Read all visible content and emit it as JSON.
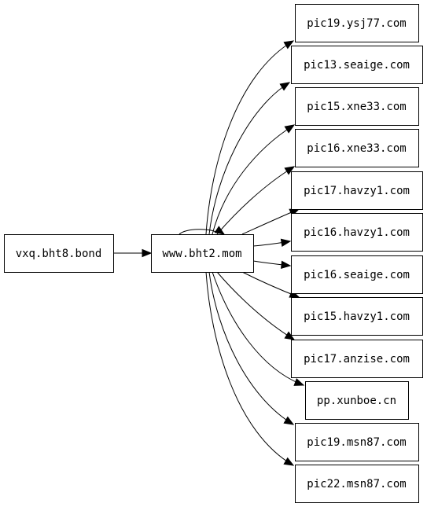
{
  "graph": {
    "source": {
      "label": "vxq.bht8.bond"
    },
    "hub": {
      "label": "www.bht2.mom"
    },
    "targets": [
      {
        "label": "pic19.ysj77.com"
      },
      {
        "label": "pic13.seaige.com"
      },
      {
        "label": "pic15.xne33.com"
      },
      {
        "label": "pic16.xne33.com"
      },
      {
        "label": "pic17.havzy1.com"
      },
      {
        "label": "pic16.havzy1.com"
      },
      {
        "label": "pic16.seaige.com"
      },
      {
        "label": "pic15.havzy1.com"
      },
      {
        "label": "pic17.anzise.com"
      },
      {
        "label": "pp.xunboe.cn"
      },
      {
        "label": "pic19.msn87.com"
      },
      {
        "label": "pic22.msn87.com"
      }
    ],
    "colors": {
      "stroke": "#000000",
      "fill": "#ffffff"
    }
  }
}
